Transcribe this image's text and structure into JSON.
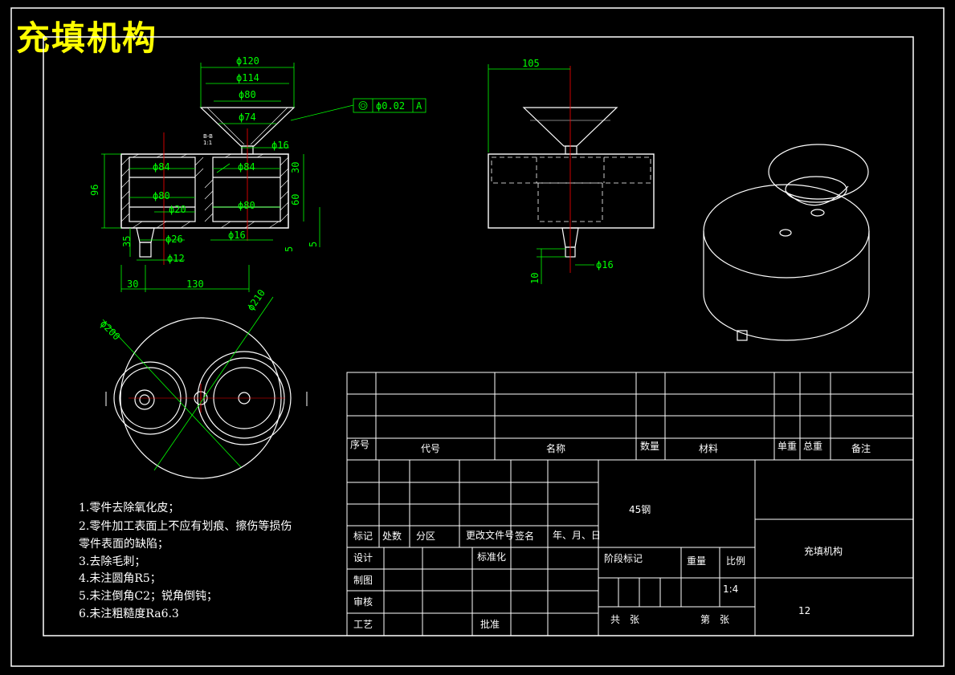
{
  "header": {
    "title": "充填机构"
  },
  "front_view": {
    "dims": {
      "d120": "ϕ120",
      "d114": "ϕ114",
      "d80_top": "ϕ80",
      "d74": "ϕ74",
      "d16_top": "ϕ16",
      "d84_left": "ϕ84",
      "d84_right": "ϕ84",
      "d80_left": "ϕ80",
      "d20": "ϕ20",
      "d80_right": "ϕ80",
      "d26": "ϕ26",
      "d16_bottom": "ϕ16",
      "d12": "ϕ12",
      "h96": "96",
      "h30": "30",
      "h60": "60",
      "h5a": "5",
      "h5b": "5",
      "h35": "35",
      "w30": "30",
      "w130": "130"
    },
    "section_mark": "B-B",
    "section_scale": "1:1",
    "tolerance": {
      "value": "ϕ0.02",
      "datum": "A"
    }
  },
  "side_view": {
    "dims": {
      "w105": "105",
      "d16": "ϕ16",
      "h10": "10"
    }
  },
  "top_view": {
    "dims": {
      "r200": "ϕ200",
      "r210": "ϕ210"
    }
  },
  "notes": [
    "1.零件去除氧化皮；",
    "2.零件加工表面上不应有划痕、擦伤等损伤",
    "   零件表面的缺陷；",
    "3.去除毛刺；",
    "4.未注圆角R5；",
    "5.未注倒角C2；锐角倒钝；",
    "6.未注粗糙度Ra6.3"
  ],
  "title_block": {
    "parts_header": {
      "seq": "序号",
      "code": "代号",
      "name": "名称",
      "qty": "数量",
      "material": "材料",
      "unit_wt": "单重",
      "total_wt": "总重",
      "remark": "备注"
    },
    "material_value": "45钢",
    "drawing_name": "充填机构",
    "drawing_no": "12",
    "rev_header": {
      "mark": "标记",
      "count": "处数",
      "zone": "分区",
      "doc": "更改文件号",
      "sign": "签名",
      "date": "年、月、日"
    },
    "design": "设计",
    "standard": "标准化",
    "drafting": "制图",
    "review": "审核",
    "process": "工艺",
    "approve": "批准",
    "stage": "阶段标记",
    "weight": "重量",
    "scale_label": "比例",
    "scale_value": "1:4",
    "total_sheets": "共　张",
    "sheet_no": "第　张"
  }
}
